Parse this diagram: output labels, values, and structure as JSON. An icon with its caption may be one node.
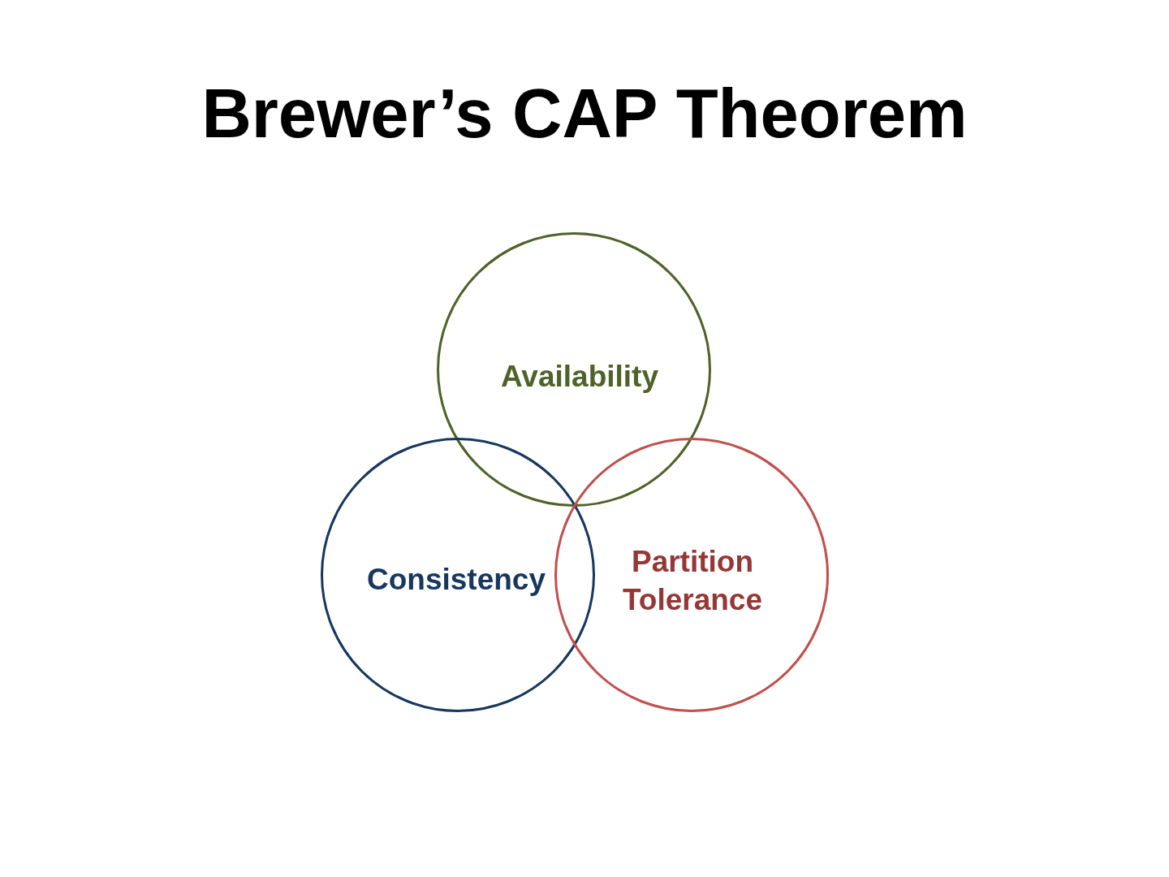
{
  "diagram": {
    "title": "Brewer’s CAP Theorem",
    "nodes": [
      {
        "text": [
          "Availability"
        ]
      },
      {
        "text": [
          "Consistency"
        ]
      },
      {
        "text": [
          "Partition Tolerance"
        ]
      }
    ]
  }
}
